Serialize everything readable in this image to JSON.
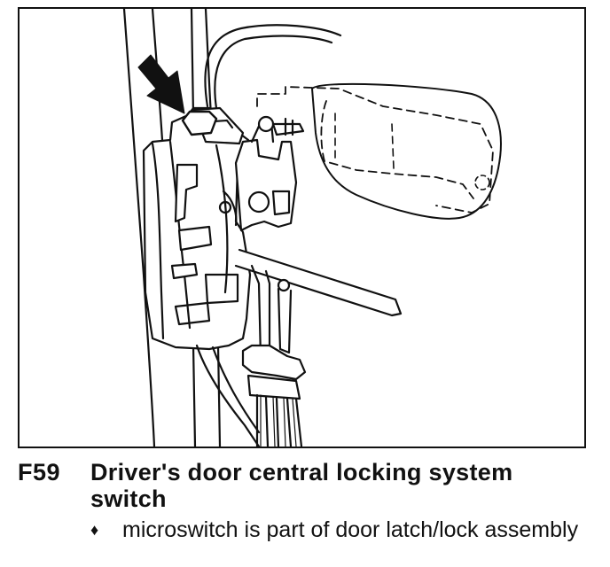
{
  "figure": {
    "code": "F59",
    "title": "Driver's door central locking system switch",
    "notes": [
      {
        "bullet": "♦",
        "text": "microswitch is part of door latch/lock assembly"
      }
    ]
  }
}
